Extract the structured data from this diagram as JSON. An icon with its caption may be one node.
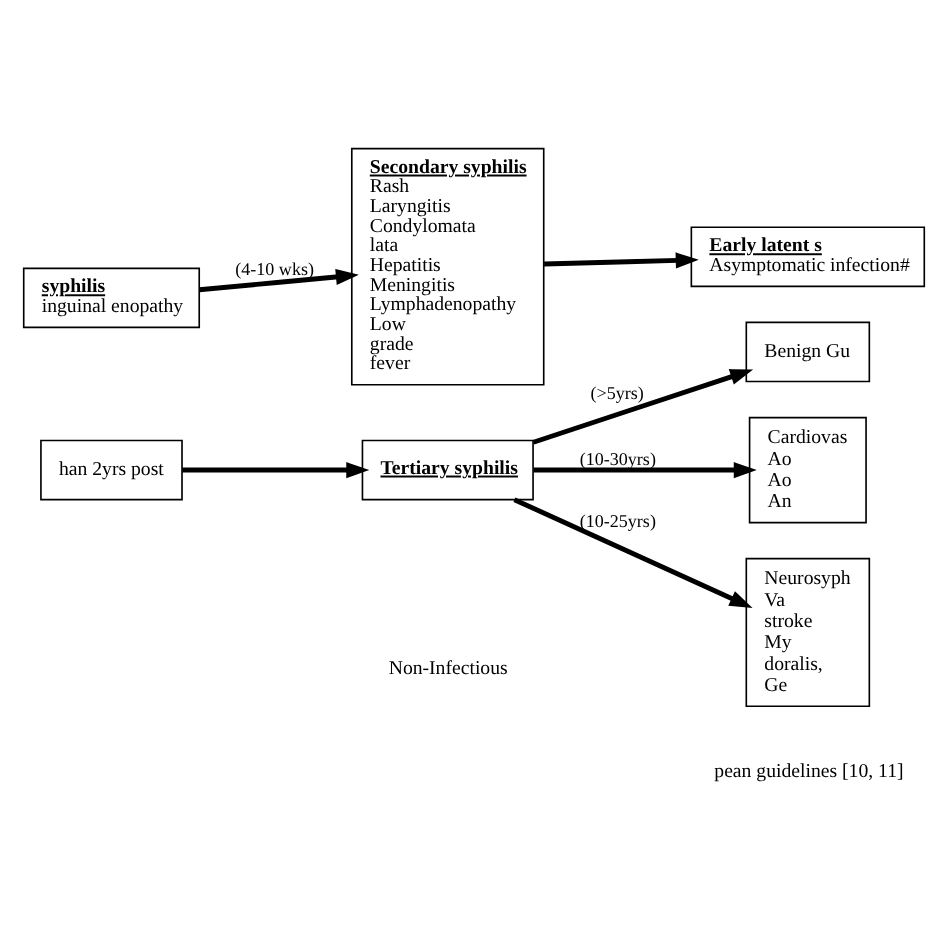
{
  "diagram": {
    "nodes": [
      {
        "text": [
          "syphilis",
          "inguinal enopathy"
        ]
      },
      {
        "text": [
          "Secondary syphilis",
          "Rash Laryngitis Condylomata lata Hepatitis Meningitis Lymphadenopathy Low grade fever"
        ]
      },
      {
        "text": [
          "Early latent s",
          "Asymptomatic infection#"
        ]
      },
      {
        "text": [
          "han 2yrs post"
        ]
      },
      {
        "text": [
          "Tertiary syphilis"
        ]
      },
      {
        "text": [
          "Benign Gu"
        ]
      },
      {
        "text": [
          "Cardiovas",
          "Ao Ao An"
        ]
      },
      {
        "text": [
          "Neurosyph",
          "Va stroke My doralis, Ge"
        ]
      }
    ],
    "edges": [
      {
        "from": 0,
        "to": 1,
        "arrow": "to",
        "label": "(4-10 wks)"
      },
      {
        "from": 1,
        "to": 2,
        "arrow": "to"
      },
      {
        "from": 3,
        "to": 4,
        "arrow": "to"
      },
      {
        "from": 4,
        "to": 5,
        "arrow": "to",
        "label": "(>5yrs)"
      },
      {
        "from": 4,
        "to": 6,
        "arrow": "to",
        "label": "(10-30yrs)"
      },
      {
        "from": 4,
        "to": 7,
        "arrow": "to",
        "label": "(10-25yrs)"
      }
    ],
    "labels": [
      "Non-Infectious",
      "pean guidelines [10, 11]"
    ]
  }
}
